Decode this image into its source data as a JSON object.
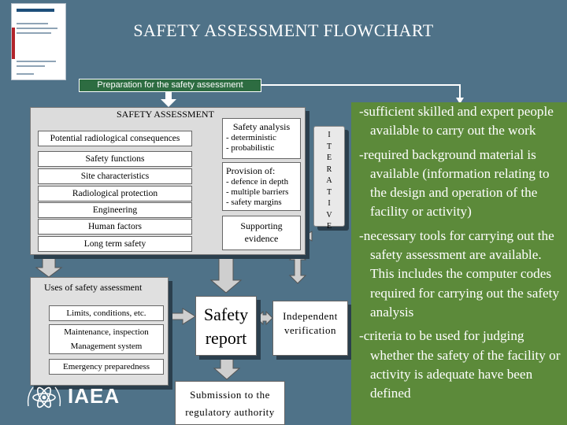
{
  "title": "SAFETY ASSESSMENT FLOWCHART",
  "preparation": "Preparation for the safety assessment",
  "safety_assessment": {
    "title": "SAFETY ASSESSMENT",
    "left_items": [
      "Potential radiological consequences",
      "Safety functions",
      "Site characteristics",
      "Radiological protection",
      "Engineering",
      "Human factors",
      "Long term safety"
    ],
    "safety_analysis": {
      "heading": "Safety analysis",
      "lines": [
        "- deterministic",
        "- probabilistic"
      ]
    },
    "provision": {
      "heading": "Provision of:",
      "lines": [
        "- defence in depth",
        "- multiple barriers",
        "- safety margins"
      ]
    },
    "supporting": "Supporting evidence"
  },
  "iterative": [
    "I",
    "T",
    "E",
    "R",
    "A",
    "T",
    "I",
    "V",
    "E"
  ],
  "uses": {
    "title": "Uses of safety assessment",
    "items": [
      "Limits, conditions, etc.",
      "Maintenance, inspection",
      "Management system",
      "Emergency preparedness"
    ]
  },
  "safety_report": "Safety report",
  "independent": "Independent verification",
  "submission": "Submission to the regulatory authority",
  "logo_text": "IAEA",
  "right_points": [
    "-sufficient skilled and expert people available to carry out the work",
    "-required background material is available (information relating to the design and operation of the facility or activity)",
    "-necessary tools for carrying out the safety assessment are available. This includes the computer codes required for carrying out the safety analysis",
    "-criteria to be used for judging whether the safety of the facility or activity is adequate have been defined"
  ],
  "colors": {
    "background": "#4f7288",
    "accent_green": "#5c8a3a",
    "prep_green": "#2d6c41"
  }
}
